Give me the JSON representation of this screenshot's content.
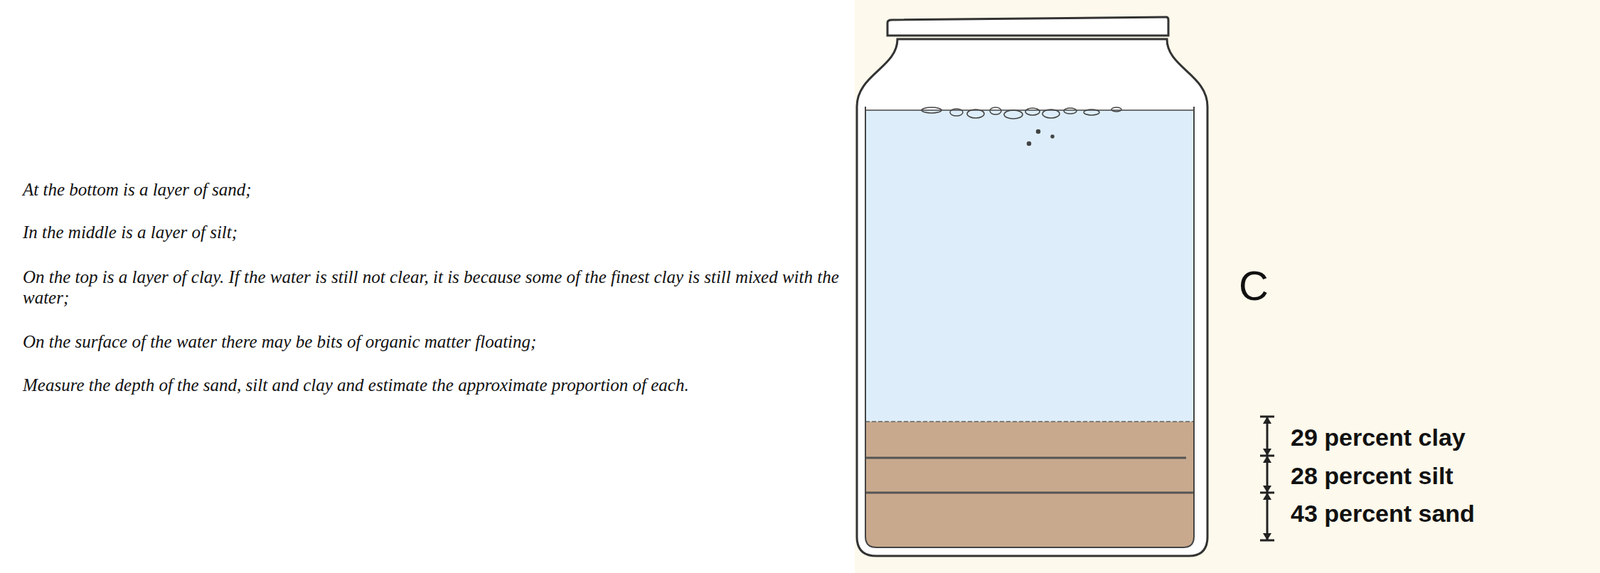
{
  "diagram": {
    "labels": [
      "At the bottom is a layer of sand;",
      "In the middle is a layer of silt;",
      "On the top is a layer of clay. If the water is still not clear, it is because some of the finest clay is still mixed with the water;",
      "On the surface of the water there may be bits of organic matter floating;",
      "Measure the depth of the sand, silt and clay and estimate the approximate proportion of each.",
      "C",
      "29 percent clay",
      "28 percent silt",
      "43 percent sand"
    ]
  }
}
